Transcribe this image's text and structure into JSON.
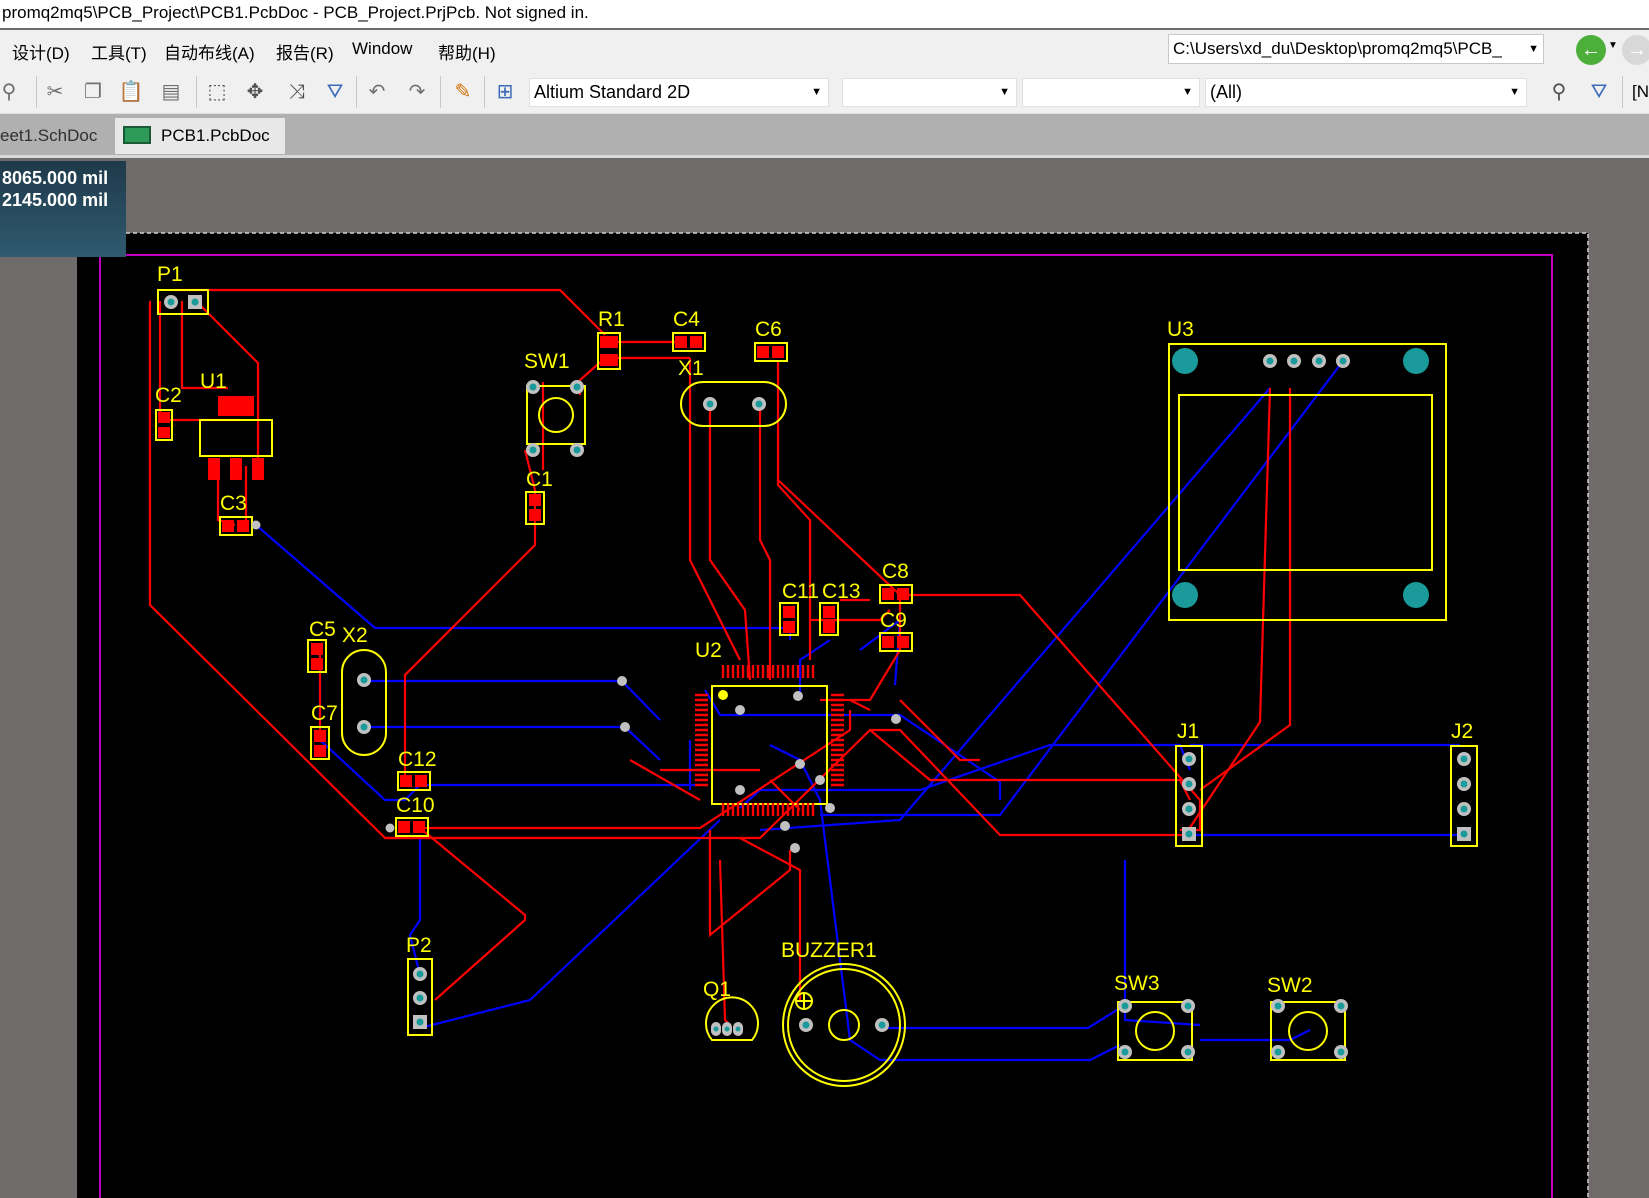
{
  "window": {
    "title": "promq2mq5\\PCB_Project\\PCB1.PcbDoc - PCB_Project.PrjPcb. Not signed in."
  },
  "menu": {
    "items": [
      "设计(D)",
      "工具(T)",
      "自动布线(A)",
      "报告(R)",
      "Window",
      "帮助(H)"
    ],
    "path": "C:\\Users\\xd_du\\Desktop\\promq2mq5\\PCB_"
  },
  "toolbar": {
    "view_config": "Altium Standard 2D",
    "filter_value": "(All)",
    "overflow_text": "[N"
  },
  "tabs": [
    {
      "label": "eet1.SchDoc",
      "active": false
    },
    {
      "label": "PCB1.PcbDoc",
      "active": true
    }
  ],
  "coords": {
    "x": "8065.000 mil",
    "y": "2145.000 mil"
  },
  "pcb": {
    "designators": {
      "p1": "P1",
      "u1": "U1",
      "c2": "C2",
      "c3": "C3",
      "r1": "R1",
      "c4": "C4",
      "c6": "C6",
      "sw1": "SW1",
      "x1": "X1",
      "c1": "C1",
      "u3": "U3",
      "c8": "C8",
      "c11": "C11",
      "c13": "C13",
      "c9": "C9",
      "c5": "C5",
      "x2": "X2",
      "u2": "U2",
      "c7": "C7",
      "c12": "C12",
      "c10": "C10",
      "j1": "J1",
      "j2": "J2",
      "p2": "P2",
      "buzzer1": "BUZZER1",
      "q1": "Q1",
      "sw3": "SW3",
      "sw2": "SW2"
    },
    "colors": {
      "board": "#000000",
      "outline": "#c000c0",
      "top_layer": "#ff0000",
      "bottom_layer": "#0000ff",
      "overlay": "#ffff00",
      "pad": "#ff0000",
      "via": "#c0c0c0",
      "hole": "#1a9a9a"
    }
  }
}
